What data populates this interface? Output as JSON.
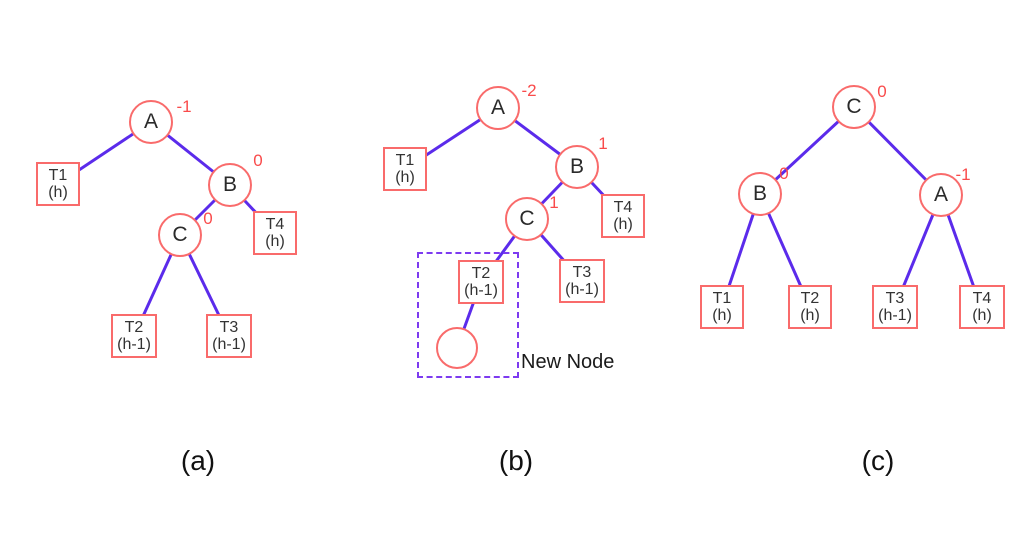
{
  "figure_type": "avl-tree-rotation-diagram",
  "colors": {
    "node_stroke": "#f96b6b",
    "balance_factor_text": "#f94b4b",
    "edge": "#5b2beb",
    "dashed_highlight": "#7d3bf0",
    "node_text": "#2a2a2a",
    "background": "#ffffff"
  },
  "captions": {
    "a": "(a)",
    "b": "(b)",
    "c": "(c)"
  },
  "annotation": {
    "new_node": "New Node"
  },
  "trees": {
    "a": {
      "nodes": {
        "A": {
          "label": "A",
          "bf": "-1"
        },
        "B": {
          "label": "B",
          "bf": "0"
        },
        "C": {
          "label": "C",
          "bf": "0"
        }
      },
      "leaves": {
        "T1": {
          "name": "T1",
          "height": "(h)"
        },
        "T2": {
          "name": "T2",
          "height": "(h-1)"
        },
        "T3": {
          "name": "T3",
          "height": "(h-1)"
        },
        "T4": {
          "name": "T4",
          "height": "(h)"
        }
      }
    },
    "b": {
      "nodes": {
        "A": {
          "label": "A",
          "bf": "-2"
        },
        "B": {
          "label": "B",
          "bf": "1"
        },
        "C": {
          "label": "C",
          "bf": "1"
        }
      },
      "leaves": {
        "T1": {
          "name": "T1",
          "height": "(h)"
        },
        "T2": {
          "name": "T2",
          "height": "(h-1)"
        },
        "T3": {
          "name": "T3",
          "height": "(h-1)"
        },
        "T4": {
          "name": "T4",
          "height": "(h)"
        }
      },
      "new_node": {
        "label": ""
      }
    },
    "c": {
      "nodes": {
        "C": {
          "label": "C",
          "bf": "0"
        },
        "B": {
          "label": "B",
          "bf": "0"
        },
        "A": {
          "label": "A",
          "bf": "-1"
        }
      },
      "leaves": {
        "T1": {
          "name": "T1",
          "height": "(h)"
        },
        "T2": {
          "name": "T2",
          "height": "(h)"
        },
        "T3": {
          "name": "T3",
          "height": "(h-1)"
        },
        "T4": {
          "name": "T4",
          "height": "(h)"
        }
      }
    }
  }
}
